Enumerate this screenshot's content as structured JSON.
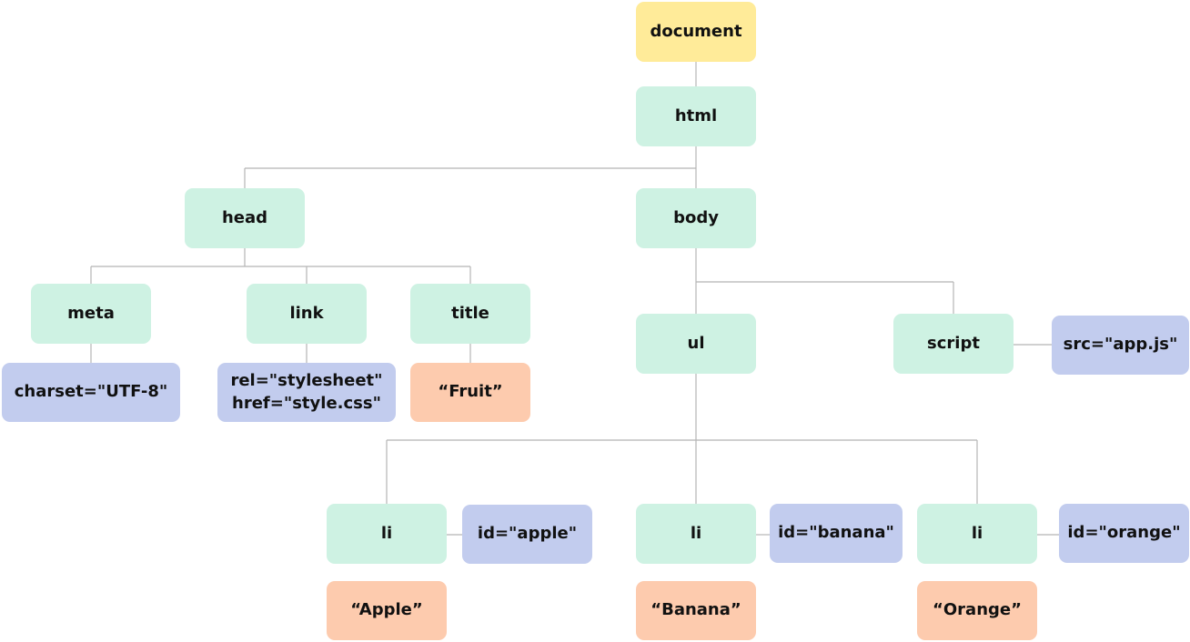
{
  "palette": {
    "document": "#FFEB99",
    "element": "#CEF2E3",
    "attribute": "#C2CCEE",
    "text": "#FDCBAE",
    "line": "#b5b5b5"
  },
  "nodes": {
    "document": "document",
    "html": "html",
    "head": "head",
    "body": "body",
    "meta": "meta",
    "link": "link",
    "title": "title",
    "meta_charset": "charset=\"UTF-8\"",
    "link_rel": "rel=\"stylesheet\"",
    "link_href": "href=\"style.css\"",
    "title_text": "“Fruit”",
    "ul": "ul",
    "script": "script",
    "script_src": "src=\"app.js\"",
    "li_apple": "li",
    "li_banana": "li",
    "li_orange": "li",
    "id_apple": "id=\"apple\"",
    "id_banana": "id=\"banana\"",
    "id_orange": "id=\"orange\"",
    "text_apple": "“Apple”",
    "text_banana": "“Banana”",
    "text_orange": "“Orange”"
  }
}
